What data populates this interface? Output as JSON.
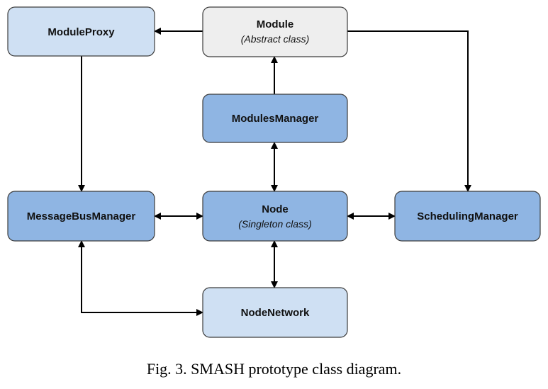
{
  "diagram": {
    "nodes": {
      "module_proxy": {
        "title": "ModuleProxy"
      },
      "module": {
        "title": "Module",
        "subtitle": "(Abstract class)"
      },
      "modules_manager": {
        "title": "ModulesManager"
      },
      "message_bus_manager": {
        "title": "MessageBusManager"
      },
      "node": {
        "title": "Node",
        "subtitle": "(Singleton class)"
      },
      "scheduling_manager": {
        "title": "SchedulingManager"
      },
      "node_network": {
        "title": "NodeNetwork"
      }
    },
    "edges": [
      {
        "from": "Module",
        "to": "ModuleProxy",
        "direction": "one-way"
      },
      {
        "from": "Module",
        "to": "SchedulingManager",
        "direction": "one-way"
      },
      {
        "from": "ModuleProxy",
        "to": "MessageBusManager",
        "direction": "one-way"
      },
      {
        "from": "ModulesManager",
        "to": "Module",
        "direction": "one-way"
      },
      {
        "from": "ModulesManager",
        "to": "Node",
        "direction": "two-way"
      },
      {
        "from": "MessageBusManager",
        "to": "Node",
        "direction": "two-way"
      },
      {
        "from": "Node",
        "to": "SchedulingManager",
        "direction": "two-way"
      },
      {
        "from": "Node",
        "to": "NodeNetwork",
        "direction": "two-way"
      },
      {
        "from": "MessageBusManager",
        "to": "NodeNetwork",
        "direction": "two-way"
      }
    ],
    "colors": {
      "light_blue": "#cfe0f3",
      "dark_blue": "#8fb5e3",
      "gray": "#eeeeee"
    }
  },
  "caption": "Fig. 3.  SMASH prototype class diagram."
}
